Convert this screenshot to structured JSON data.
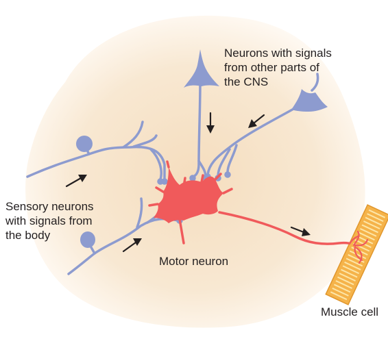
{
  "labels": {
    "cns_neurons": [
      "Neurons with signals",
      "from other parts of",
      "the CNS"
    ],
    "sensory_neurons": [
      "Sensory neurons",
      "with signals from",
      "the body"
    ],
    "motor_neuron": "Motor neuron",
    "muscle_cell": "Muscle cell"
  },
  "colors": {
    "background_glow": "#f7e4c9",
    "interneuron_blue": "#8d9bcf",
    "motor_neuron_red": "#f05a5b",
    "muscle_fill": "#f5b34a",
    "muscle_stripe": "#fde6a8",
    "arrow": "#231f20"
  }
}
